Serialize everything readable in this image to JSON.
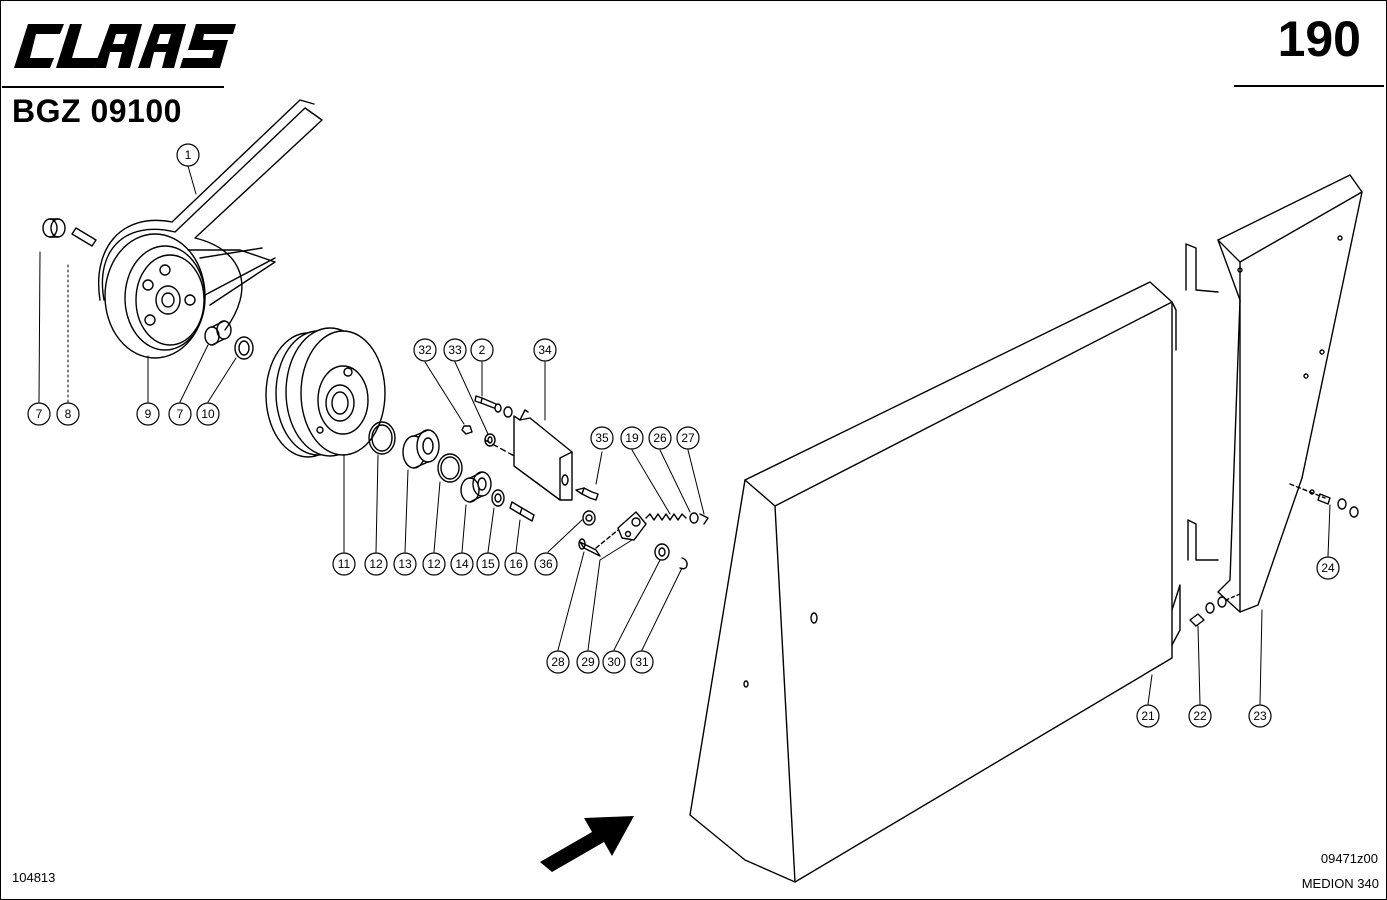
{
  "header": {
    "brand_logo": "CLAAS",
    "brand_logo_icon": "claas-logo-icon",
    "page_number": "190",
    "group_code": "BGZ 09100"
  },
  "footer": {
    "doc_number": "104813",
    "drawing_id": "09471z00",
    "model_name": "MEDION 340"
  },
  "callouts": [
    "1",
    "7",
    "8",
    "9",
    "7",
    "10",
    "11",
    "12",
    "13",
    "12",
    "14",
    "15",
    "16",
    "32",
    "33",
    "2",
    "34",
    "35",
    "19",
    "26",
    "27",
    "36",
    "28",
    "29",
    "30",
    "31",
    "21",
    "22",
    "23",
    "24"
  ],
  "colors": {
    "line": "#000000",
    "background": "#ffffff"
  }
}
